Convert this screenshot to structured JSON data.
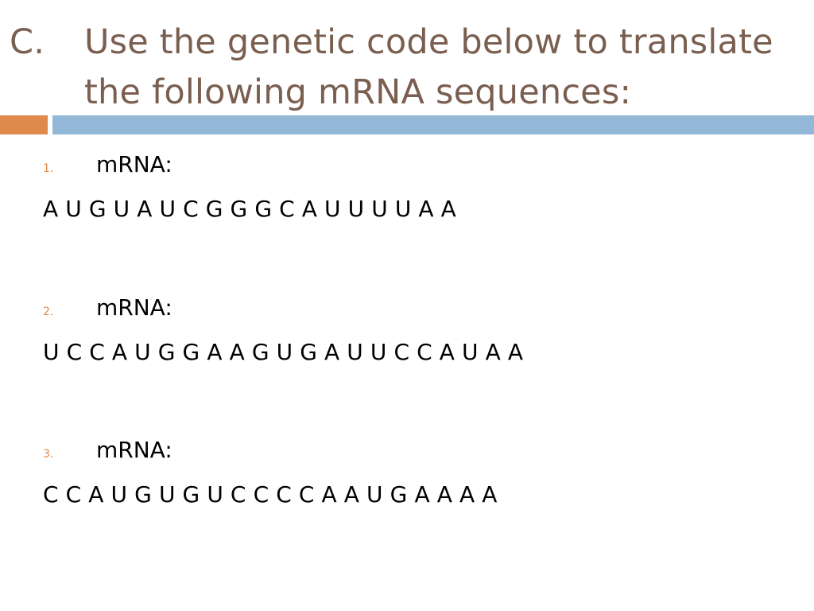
{
  "slide": {
    "title_letter": "C.",
    "title_line_1": "Use the genetic code below to translate",
    "title_line_2": "the following mRNA sequences:",
    "accent_color": "#de8a4a",
    "title_color": "#7a5f50",
    "bar_color": "#93b7d6"
  },
  "items": [
    {
      "number": "1.",
      "label": "mRNA:",
      "sequence": "A U G U A U C G G G C A U U U U A A"
    },
    {
      "number": "2.",
      "label": "mRNA:",
      "sequence": "U C C A U G G A A G U G A U U C C A U A A"
    },
    {
      "number": "3.",
      "label": "mRNA:",
      "sequence": "C C A U G U G U C C C C A A U G A A A A"
    }
  ]
}
